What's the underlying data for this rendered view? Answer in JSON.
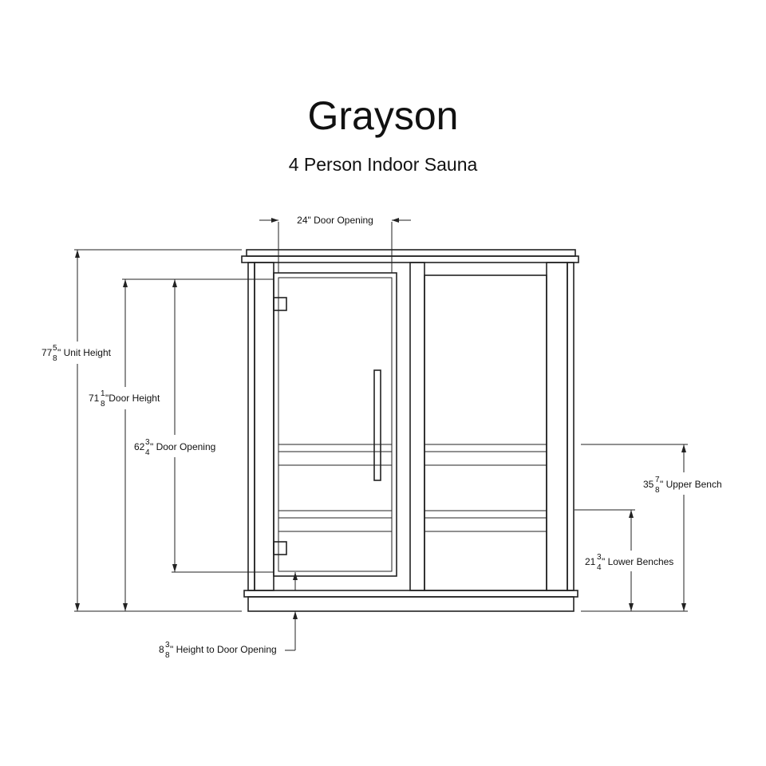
{
  "title": "Grayson",
  "subtitle": "4 Person Indoor Sauna",
  "dimensions": {
    "door_width": {
      "text": "24\" Door Opening"
    },
    "unit_height": {
      "whole": "77",
      "num": "5",
      "den": "8",
      "suffix": "\" Unit Height"
    },
    "door_height": {
      "whole": "71",
      "num": "1",
      "den": "8",
      "suffix": "\"Door Height"
    },
    "door_opening": {
      "whole": "62",
      "num": "3",
      "den": "4",
      "suffix": "\" Door Opening"
    },
    "upper_bench": {
      "whole": "35",
      "num": "7",
      "den": "8",
      "suffix": "\" Upper Bench"
    },
    "lower_benches": {
      "whole": "21",
      "num": "3",
      "den": "4",
      "suffix": "\" Lower Benches"
    },
    "height_to_door": {
      "whole": "8",
      "num": "3",
      "den": "8",
      "suffix": "\" Height to Door Opening"
    }
  }
}
